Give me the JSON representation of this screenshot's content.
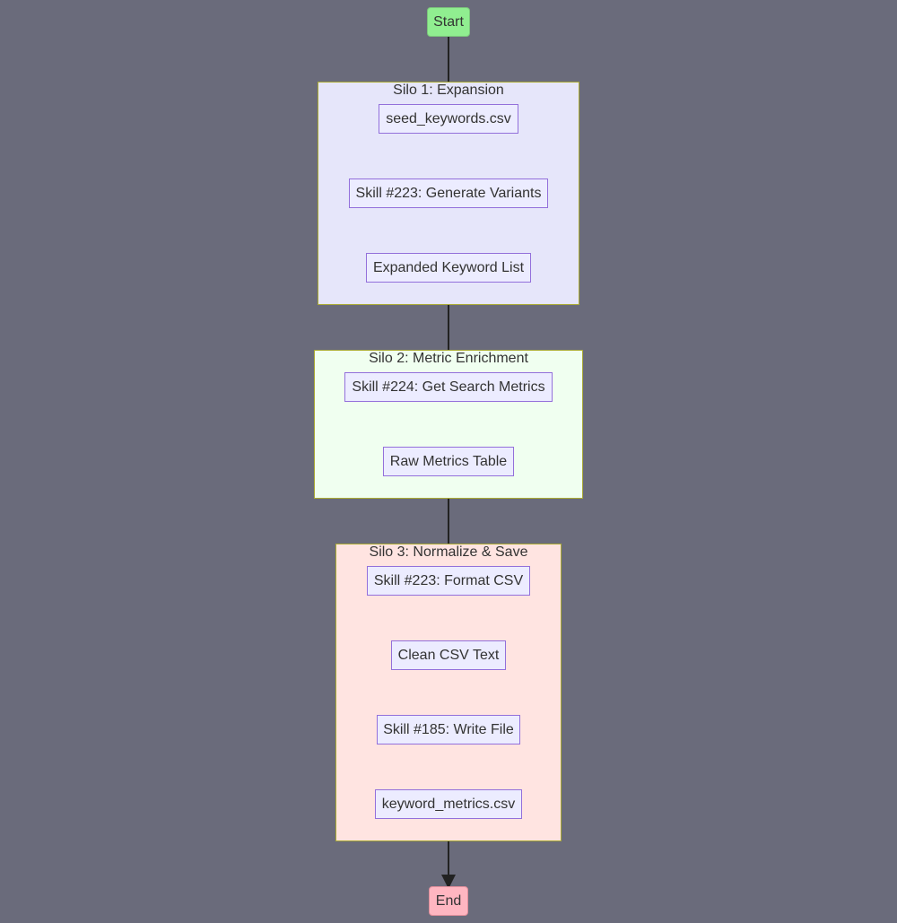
{
  "colors": {
    "background": "#6a6b7b",
    "node_fill": "#ececff",
    "node_border": "#9370db",
    "start_fill": "#90ee90",
    "end_fill": "#ffb6c1",
    "silo1_fill": "#e6e6fa",
    "silo2_fill": "#f0fff0",
    "silo3_fill": "#ffe4e1",
    "edge": "#222222"
  },
  "start": "Start",
  "end": "End",
  "silos": [
    {
      "title": "Silo 1: Expansion",
      "nodes": [
        "seed_keywords.csv",
        "Skill #223: Generate Variants",
        "Expanded Keyword List"
      ]
    },
    {
      "title": "Silo 2: Metric Enrichment",
      "nodes": [
        "Skill #224: Get Search Metrics",
        "Raw Metrics Table"
      ]
    },
    {
      "title": "Silo 3: Normalize & Save",
      "nodes": [
        "Skill #223: Format CSV",
        "Clean CSV Text",
        "Skill #185: Write File",
        "keyword_metrics.csv"
      ]
    }
  ],
  "edges": [
    [
      "start",
      "s1n0"
    ],
    [
      "s1n0",
      "s1n1"
    ],
    [
      "s1n1",
      "s1n2"
    ],
    [
      "s1n2",
      "s2n0"
    ],
    [
      "s2n0",
      "s2n1"
    ],
    [
      "s2n1",
      "s3n0"
    ],
    [
      "s3n0",
      "s3n1"
    ],
    [
      "s3n1",
      "s3n2"
    ],
    [
      "s3n2",
      "s3n3"
    ],
    [
      "s3n3",
      "end"
    ]
  ]
}
